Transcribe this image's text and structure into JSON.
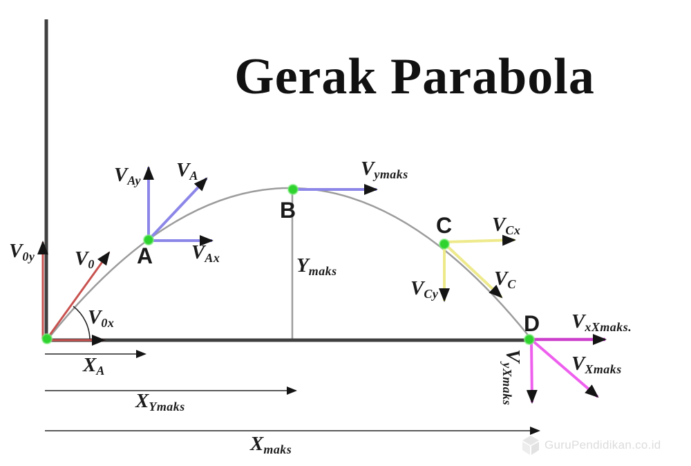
{
  "title": "Gerak Parabola",
  "watermark": {
    "text": "GuruPendidikan.co.id"
  },
  "colors": {
    "axis": "#404040",
    "curve": "#9c9c9c",
    "measure": "#5a5a5a",
    "red": "#c8524f",
    "blue": "#8c86e8",
    "yellow": "#eeea8c",
    "magenta": "#cc3ecc",
    "pink": "#ee5fee",
    "green": "#2ed32e",
    "arrowhead": "#141414",
    "watermark_gray": "#dcdcdc"
  },
  "points": {
    "a": {
      "label": "A"
    },
    "b": {
      "label": "B"
    },
    "c": {
      "label": "C"
    },
    "d": {
      "label": "D"
    }
  },
  "labels": {
    "v0y": {
      "main": "V",
      "sub": "0y"
    },
    "v0": {
      "main": "V",
      "sub": "0"
    },
    "v0x": {
      "main": "V",
      "sub": "0x"
    },
    "xa": {
      "main": "X",
      "sub": "A"
    },
    "vay": {
      "main": "V",
      "sub": "Ay"
    },
    "va": {
      "main": "V",
      "sub": "A"
    },
    "vax": {
      "main": "V",
      "sub": "Ax"
    },
    "vymaks": {
      "main": "V",
      "sub": "ymaks"
    },
    "ymaks": {
      "main": "Y",
      "sub": "maks"
    },
    "vcx": {
      "main": "V",
      "sub": "Cx"
    },
    "vcy": {
      "main": "V",
      "sub": "Cy"
    },
    "vc": {
      "main": "V",
      "sub": "C"
    },
    "vxxmaks": {
      "main": "V",
      "sub": "xXmaks."
    },
    "vyxmaks": {
      "main": "V",
      "sub": "yXmaks"
    },
    "vxmaks": {
      "main": "V",
      "sub": "Xmaks"
    },
    "xymaks": {
      "main": "X",
      "sub": "Ymaks"
    },
    "xmaks": {
      "main": "X",
      "sub": "maks"
    }
  }
}
